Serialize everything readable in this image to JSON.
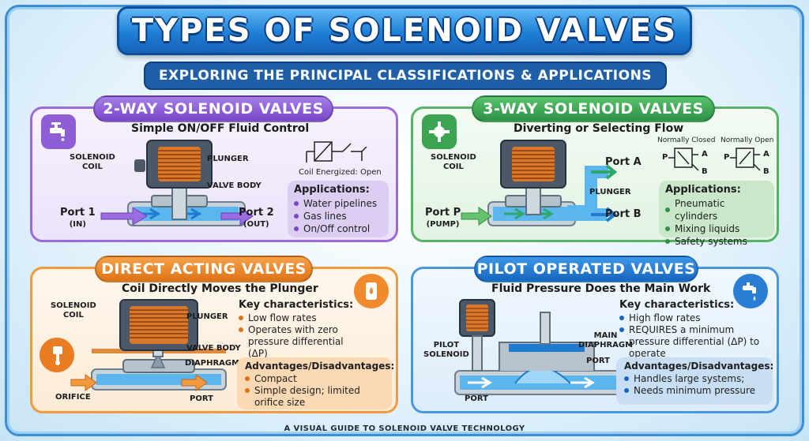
{
  "title": "TYPES OF SOLENOID VALVES",
  "subtitle": "EXPLORING THE PRINCIPAL CLASSIFICATIONS & APPLICATIONS",
  "footer": "A VISUAL GUIDE TO SOLENOID VALVE TECHNOLOGY",
  "colors": {
    "purple": "#7a45c9",
    "green": "#2e9144",
    "orange": "#df7316",
    "blue": "#1765c0"
  },
  "two_way": {
    "heading": "2-WAY SOLENOID VALVES",
    "tagline": "Simple ON/OFF Fluid Control",
    "icon": "faucet-icon",
    "labels": {
      "coil": "SOLENOID\nCOIL",
      "plunger": "PLUNGER",
      "valve_body": "VALVE BODY"
    },
    "port1": "Port 1",
    "port1_sub": "(IN)",
    "port2": "Port 2",
    "port2_sub": "(OUT)",
    "symbol_caption": "Coil Energized: Open",
    "applications_title": "Applications:",
    "applications": [
      "Water pipelines",
      "Gas lines",
      "On/Off control"
    ]
  },
  "three_way": {
    "heading": "3-WAY SOLENOID VALVES",
    "tagline": "Diverting or Selecting Flow",
    "icon": "valve-manifold-icon",
    "labels": {
      "coil": "SOLENOID\nCOIL",
      "plunger": "PLUNGER"
    },
    "port_p": "Port P",
    "port_p_sub": "(PUMP)",
    "port_a": "Port A",
    "port_b": "Port B",
    "nc_label": "Normally Closed",
    "no_label": "Normally Open",
    "sym": {
      "p": "P",
      "a": "A",
      "b": "B"
    },
    "applications_title": "Applications:",
    "applications": [
      "Pneumatic cylinders",
      "Mixing liquids",
      "Safety systems"
    ]
  },
  "direct": {
    "heading": "DIRECT ACTING VALVES",
    "tagline": "Coil Directly Moves the Plunger",
    "icon": "tank-heater-icon",
    "labels": {
      "coil": "SOLENOID\nCOIL",
      "plunger": "PLUNGER",
      "valve_body": "VALVE BODY",
      "diaphragm": "DIAPHRAGM",
      "orifice": "ORIFICE",
      "port": "PORT"
    },
    "key_title": "Key characteristics:",
    "key_items": [
      "Low flow rates",
      "Operates with zero pressure differential (ΔP)"
    ],
    "adv_title": "Advantages/Disadvantages:",
    "adv_items": [
      "Compact",
      "Simple design; limited orifice size"
    ]
  },
  "pilot": {
    "heading": "PILOT OPERATED VALVES",
    "tagline": "Fluid Pressure Does the Main Work",
    "icon": "tap-drop-icon",
    "labels": {
      "pilot": "PILOT\nSOLENOID",
      "main": "MAIN\nDIAPHRAGM",
      "port_right": "PORT",
      "port_left": "PORT"
    },
    "key_title": "Key characteristics:",
    "key_items": [
      "High flow rates",
      "REQUIRES a minimum pressure differential (ΔP) to operate"
    ],
    "adv_title": "Advantages/Disadvantages:",
    "adv_items": [
      "Handles large systems;",
      "Needs minimum pressure"
    ]
  }
}
